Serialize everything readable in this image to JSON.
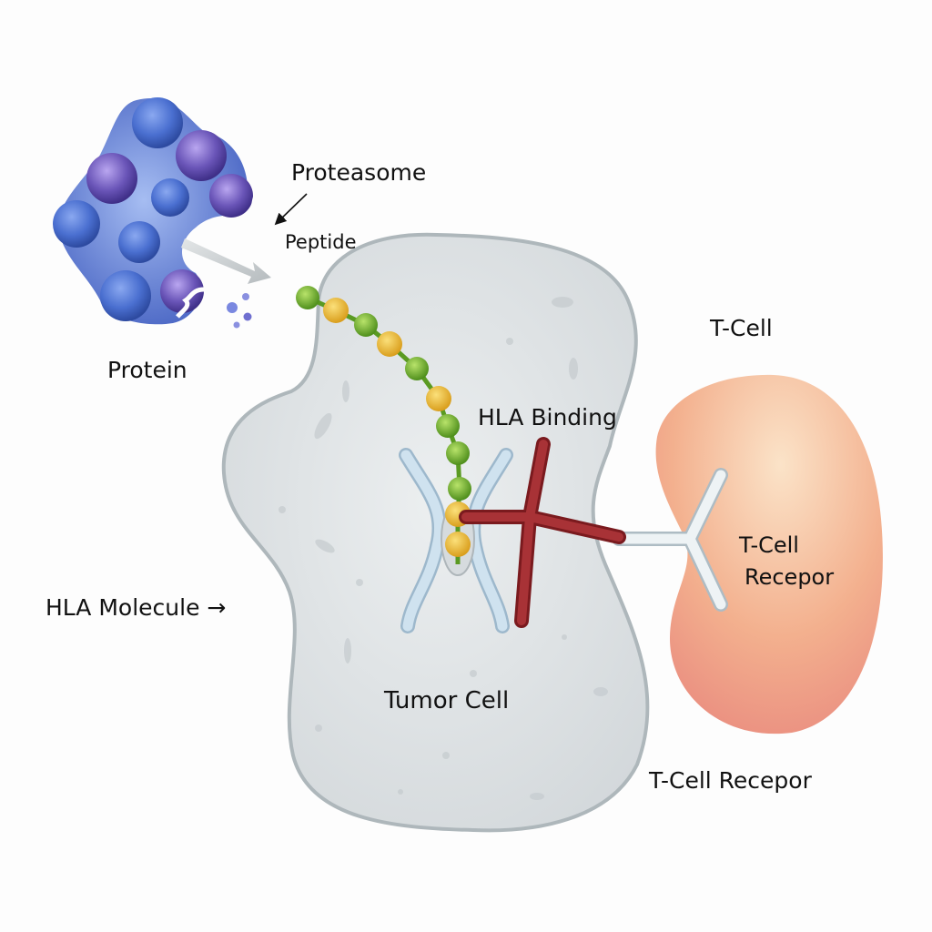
{
  "labels": {
    "proteasome": "Proteasome",
    "peptide": "Peptide",
    "protein": "Protein",
    "t_cell": "T-Cell",
    "hla_binding": "HLA Binding",
    "tcr_inner_line1": "T-Cell",
    "tcr_inner_line2": "Recepor",
    "hla_molecule": "HLA Molecule",
    "hla_molecule_arrow": "→",
    "tumor_cell": "Tumor Cell",
    "tcr_bottom": "T-Cell Recepor"
  },
  "colors": {
    "protein_blue": "#4a6fd0",
    "protein_purple": "#6a55b8",
    "peptide_green": "#6aad2a",
    "peptide_yellow": "#e8b830",
    "tumor_cell": "#dde0e2",
    "hla_molecule": "#c4daea",
    "hla_binding": "#9a2a2e",
    "t_cell": "#f3b08e",
    "receptor": "#e4ecf0"
  }
}
